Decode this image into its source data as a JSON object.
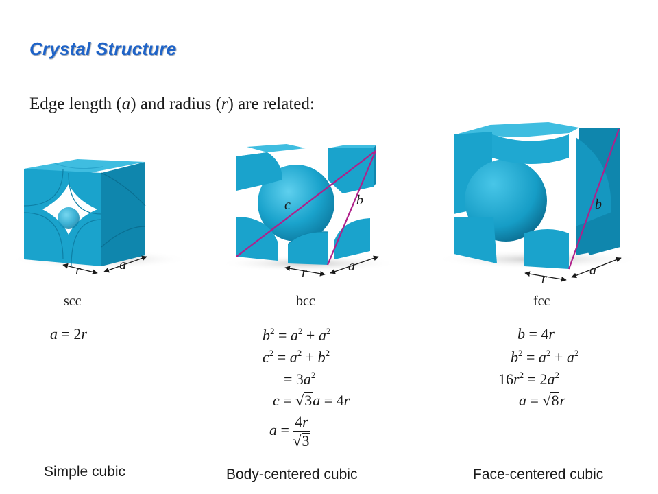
{
  "title": "Crystal Structure",
  "subtitle": {
    "prefix": "Edge length (",
    "a": "a",
    "mid": ") and radius (",
    "r": "r",
    "suffix": ") are related:"
  },
  "structures": [
    {
      "abbr": "scc",
      "caption": "Simple cubic",
      "diagram_labels": [
        "r",
        "a"
      ]
    },
    {
      "abbr": "bcc",
      "caption": "Body-centered cubic",
      "diagram_labels": [
        "c",
        "b",
        "r",
        "a"
      ]
    },
    {
      "abbr": "fcc",
      "caption": "Face-centered cubic",
      "diagram_labels": [
        "b",
        "r",
        "a"
      ]
    }
  ],
  "equations": {
    "scc": [
      "a = 2r"
    ],
    "bcc": [
      "b² = a² + a²",
      "c² = a² + b²",
      "= 3a²",
      "c = √3a = 4r",
      "a = 4r / √3"
    ],
    "fcc": [
      "b = 4r",
      "b² = a² + a²",
      "16r² = 2a²",
      "a = √8r"
    ]
  },
  "colors": {
    "title": "#1e63c8",
    "cube_fill": "#1aa3cc",
    "cube_dark": "#0f7fa6",
    "cube_light": "#3fbde0",
    "diagonal": "#b0208a"
  }
}
